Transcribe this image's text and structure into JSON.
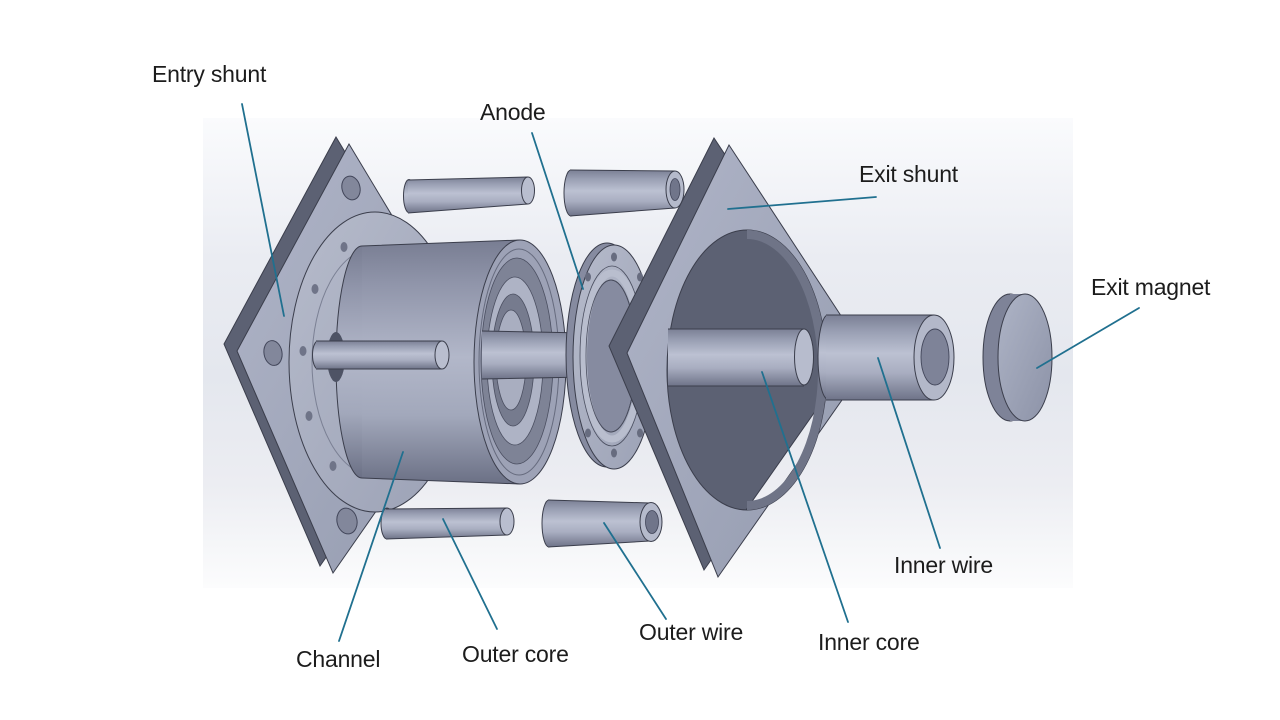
{
  "diagram": {
    "kind": "exploded-assembly-cad-diagram",
    "labels": {
      "entry_shunt": "Entry shunt",
      "anode": "Anode",
      "exit_shunt": "Exit shunt",
      "exit_magnet": "Exit magnet",
      "inner_wire": "Inner wire",
      "inner_core": "Inner core",
      "outer_wire": "Outer wire",
      "outer_core": "Outer core",
      "channel": "Channel"
    },
    "colors": {
      "leader_line": "#20708f",
      "label_text": "#1c1c1c",
      "part_base": "#9aa0b5",
      "part_highlight": "#c2c6d6",
      "part_shadow": "#5c6173",
      "edge": "#3b3e4c",
      "viewport_mid": "#e5e8ef"
    }
  }
}
